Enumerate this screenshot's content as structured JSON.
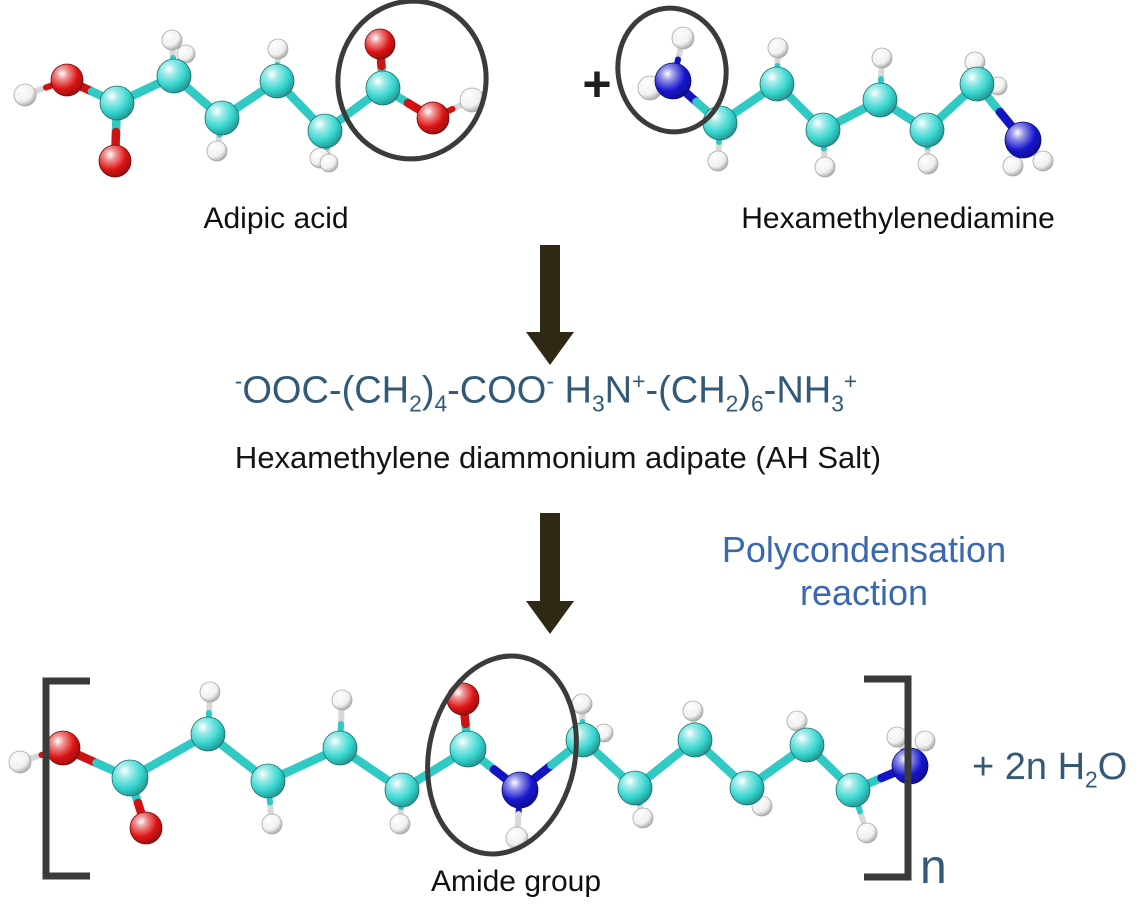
{
  "title": "Nylon 6,6 polycondensation synthesis diagram",
  "labels": {
    "adipic_acid": "Adipic acid",
    "hexamethylenediamine": "Hexamethylenediamine",
    "plus_sign": "+",
    "ah_salt_name": "Hexamethylene diammonium adipate (AH Salt)",
    "polycondensation_line1": "Polycondensation",
    "polycondensation_line2": "reaction",
    "amide_group": "Amide group",
    "repeat_subscript": "n"
  },
  "formula_segments": [
    {
      "t": "sup",
      "v": "-"
    },
    {
      "t": "n",
      "v": "OOC-(CH"
    },
    {
      "t": "sub",
      "v": "2"
    },
    {
      "t": "n",
      "v": ")"
    },
    {
      "t": "sub",
      "v": "4"
    },
    {
      "t": "n",
      "v": "-COO"
    },
    {
      "t": "sup",
      "v": "-"
    },
    {
      "t": "n",
      "v": " H"
    },
    {
      "t": "sub",
      "v": "3"
    },
    {
      "t": "n",
      "v": "N"
    },
    {
      "t": "sup",
      "v": "+"
    },
    {
      "t": "n",
      "v": "-(CH"
    },
    {
      "t": "sub",
      "v": "2"
    },
    {
      "t": "n",
      "v": ")"
    },
    {
      "t": "sub",
      "v": "6"
    },
    {
      "t": "n",
      "v": "-NH"
    },
    {
      "t": "sub",
      "v": "3"
    },
    {
      "t": "sup",
      "v": "+"
    }
  ],
  "water_segments": [
    {
      "t": "n",
      "v": "+ 2n H"
    },
    {
      "t": "sub",
      "v": "2"
    },
    {
      "t": "n",
      "v": "O"
    }
  ],
  "colors": {
    "atom_colors": {
      "C": "#35d6d0",
      "O": "#dd1414",
      "N": "#1616cf",
      "H": "#f1f1f1"
    },
    "bond_hydrogen": "#d8d8d8",
    "highlight_ellipse": "#3b3b3b",
    "bracket": "#3a3a3a",
    "arrow": "#2f2815",
    "formula_text": "#325a78",
    "reaction_text": "#3a67b0",
    "label_text": "#0f0f0f"
  },
  "molecules": {
    "adipic_acid": {
      "atoms": [
        [
          "H",
          25,
          95,
          11
        ],
        [
          "H",
          172,
          40,
          10
        ],
        [
          "H",
          186,
          54,
          9
        ],
        [
          "H",
          217,
          151,
          10
        ],
        [
          "H",
          278,
          49,
          10
        ],
        [
          "H",
          320,
          158,
          10
        ],
        [
          "H",
          329,
          163,
          9
        ],
        [
          "H",
          472,
          100,
          12
        ],
        [
          "O",
          67,
          80,
          16
        ],
        [
          "O",
          115,
          161,
          16
        ],
        [
          "C",
          117,
          103,
          17
        ],
        [
          "C",
          174,
          76,
          17
        ],
        [
          "C",
          222,
          118,
          17
        ],
        [
          "C",
          277,
          81,
          17
        ],
        [
          "C",
          325,
          131,
          17
        ],
        [
          "C",
          383,
          88,
          17
        ],
        [
          "O",
          380,
          44,
          15
        ],
        [
          "O",
          433,
          118,
          16
        ]
      ],
      "bonds": [
        [
          0,
          8
        ],
        [
          8,
          10
        ],
        [
          10,
          9
        ],
        [
          10,
          11
        ],
        [
          1,
          11
        ],
        [
          2,
          11
        ],
        [
          11,
          12
        ],
        [
          3,
          12
        ],
        [
          12,
          13
        ],
        [
          4,
          13
        ],
        [
          13,
          14
        ],
        [
          5,
          14
        ],
        [
          6,
          14
        ],
        [
          14,
          15
        ],
        [
          15,
          16
        ],
        [
          15,
          17
        ],
        [
          7,
          17
        ]
      ]
    },
    "hexamethylenediamine": {
      "atoms": [
        [
          "H",
          683,
          38,
          11
        ],
        [
          "H",
          650,
          88,
          12
        ],
        [
          "H",
          718,
          161,
          10
        ],
        [
          "H",
          778,
          48,
          10
        ],
        [
          "H",
          825,
          167,
          10
        ],
        [
          "H",
          882,
          58,
          10
        ],
        [
          "H",
          928,
          164,
          10
        ],
        [
          "H",
          975,
          62,
          10
        ],
        [
          "H",
          998,
          86,
          9
        ],
        [
          "H",
          1013,
          166,
          10
        ],
        [
          "H",
          1043,
          161,
          10
        ],
        [
          "N",
          673,
          81,
          18
        ],
        [
          "C",
          720,
          123,
          17
        ],
        [
          "C",
          777,
          84,
          17
        ],
        [
          "C",
          823,
          130,
          17
        ],
        [
          "C",
          880,
          100,
          17
        ],
        [
          "C",
          927,
          130,
          17
        ],
        [
          "C",
          977,
          84,
          17
        ],
        [
          "N",
          1023,
          140,
          18
        ]
      ],
      "bonds": [
        [
          0,
          11
        ],
        [
          1,
          11
        ],
        [
          11,
          12
        ],
        [
          2,
          12
        ],
        [
          12,
          13
        ],
        [
          3,
          13
        ],
        [
          13,
          14
        ],
        [
          4,
          14
        ],
        [
          14,
          15
        ],
        [
          5,
          15
        ],
        [
          15,
          16
        ],
        [
          6,
          16
        ],
        [
          16,
          17
        ],
        [
          7,
          17
        ],
        [
          8,
          17
        ],
        [
          17,
          18
        ],
        [
          9,
          18
        ],
        [
          10,
          18
        ]
      ]
    },
    "nylon_repeat_unit": {
      "atoms": [
        [
          "H",
          20,
          762,
          11
        ],
        [
          "H",
          210,
          692,
          10
        ],
        [
          "H",
          272,
          824,
          10
        ],
        [
          "H",
          342,
          700,
          10
        ],
        [
          "H",
          400,
          824,
          10
        ],
        [
          "H",
          582,
          704,
          10
        ],
        [
          "H",
          604,
          733,
          9
        ],
        [
          "H",
          643,
          818,
          10
        ],
        [
          "H",
          693,
          711,
          10
        ],
        [
          "H",
          762,
          806,
          10
        ],
        [
          "H",
          797,
          721,
          10
        ],
        [
          "H",
          867,
          833,
          10
        ],
        [
          "H",
          897,
          737,
          10
        ],
        [
          "H",
          925,
          741,
          10
        ],
        [
          "O",
          63,
          748,
          17
        ],
        [
          "O",
          146,
          828,
          16
        ],
        [
          "C",
          130,
          778,
          18
        ],
        [
          "C",
          208,
          734,
          17
        ],
        [
          "C",
          268,
          781,
          17
        ],
        [
          "C",
          340,
          748,
          17
        ],
        [
          "C",
          402,
          790,
          17
        ],
        [
          "O",
          463,
          699,
          16
        ],
        [
          "C",
          468,
          749,
          18
        ],
        [
          "N",
          520,
          790,
          18
        ],
        [
          "H",
          517,
          838,
          11
        ],
        [
          "C",
          583,
          740,
          17
        ],
        [
          "C",
          635,
          788,
          17
        ],
        [
          "C",
          695,
          740,
          17
        ],
        [
          "C",
          747,
          788,
          17
        ],
        [
          "C",
          807,
          745,
          17
        ],
        [
          "C",
          853,
          790,
          17
        ],
        [
          "N",
          910,
          766,
          18
        ]
      ],
      "bonds": [
        [
          0,
          14
        ],
        [
          14,
          16
        ],
        [
          16,
          15
        ],
        [
          16,
          17
        ],
        [
          1,
          17
        ],
        [
          17,
          18
        ],
        [
          2,
          18
        ],
        [
          18,
          19
        ],
        [
          3,
          19
        ],
        [
          19,
          20
        ],
        [
          4,
          20
        ],
        [
          20,
          22
        ],
        [
          22,
          21
        ],
        [
          22,
          23
        ],
        [
          23,
          24
        ],
        [
          23,
          25
        ],
        [
          5,
          25
        ],
        [
          6,
          25
        ],
        [
          25,
          26
        ],
        [
          7,
          26
        ],
        [
          26,
          27
        ],
        [
          8,
          27
        ],
        [
          27,
          28
        ],
        [
          9,
          28
        ],
        [
          28,
          29
        ],
        [
          10,
          29
        ],
        [
          29,
          30
        ],
        [
          11,
          30
        ],
        [
          30,
          31
        ],
        [
          12,
          31
        ],
        [
          13,
          31
        ]
      ]
    }
  }
}
